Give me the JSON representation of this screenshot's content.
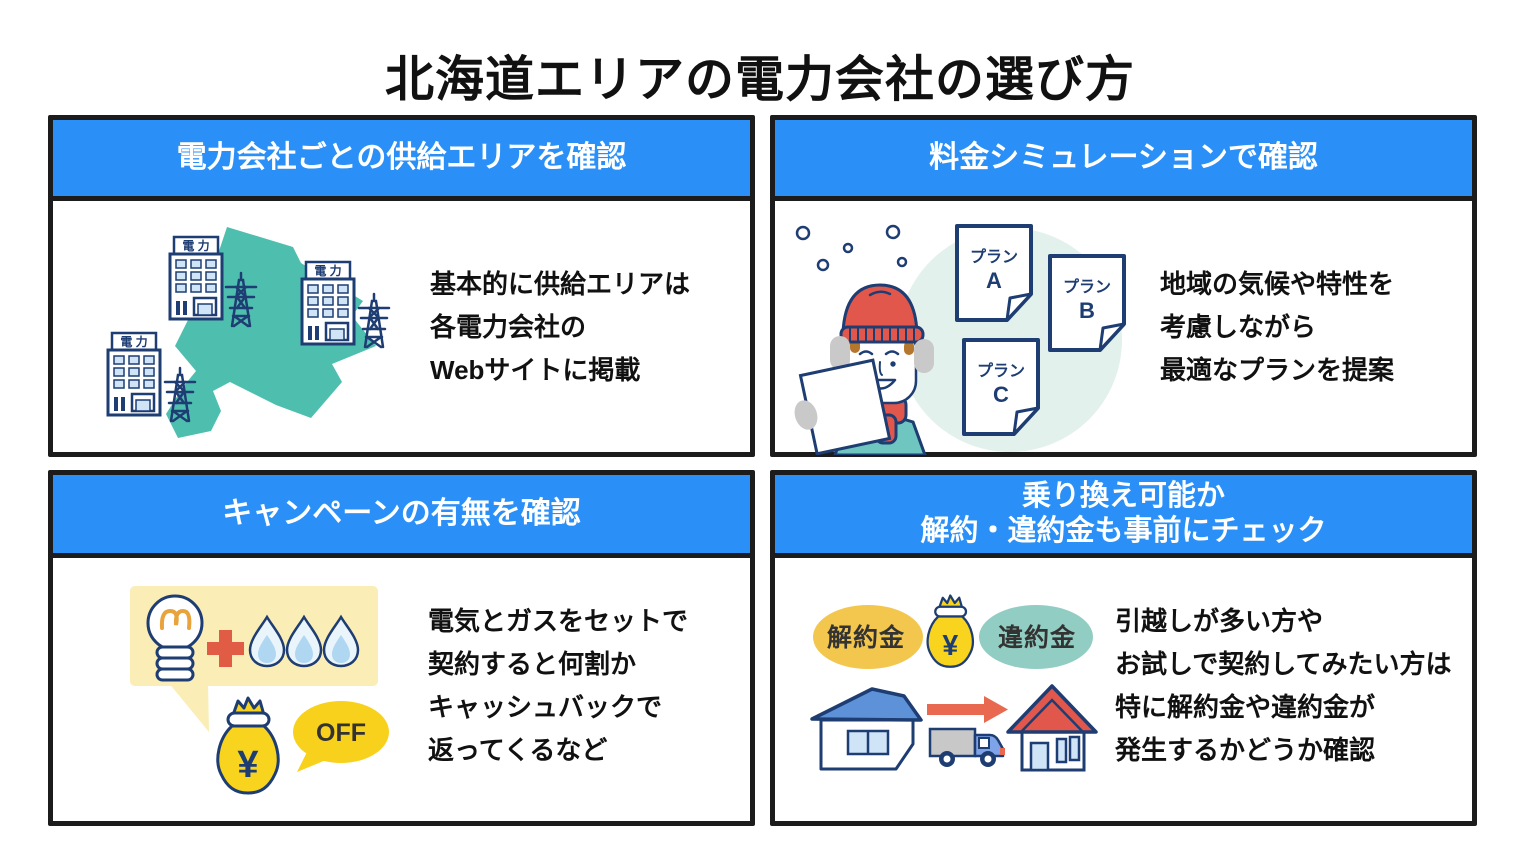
{
  "title": "北海道エリアの電力会社の選び方",
  "currency_symbol": "¥",
  "panels": {
    "supply_area": {
      "header": "電力会社ごとの供給エリアを確認",
      "lines": [
        "基本的に供給エリアは",
        "各電力会社の",
        "Webサイトに掲載"
      ],
      "building_sign": "電 力"
    },
    "simulation": {
      "header": "料金シミュレーションで確認",
      "lines": [
        "地域の気候や特性を",
        "考慮しながら",
        "最適なプランを提案"
      ],
      "plan_word": "プラン",
      "plan_letters": [
        "A",
        "B",
        "C"
      ]
    },
    "campaign": {
      "header": "キャンペーンの有無を確認",
      "lines": [
        "電気とガスをセットで",
        "契約すると何割か",
        "キャッシュバックで",
        "返ってくるなど"
      ],
      "off_label": "OFF"
    },
    "switching": {
      "header_lines": [
        "乗り換え可能か",
        "解約・違約金も事前にチェック"
      ],
      "lines": [
        "引越しが多い方や",
        "お試しで契約してみたい方は",
        "特に解約金や違約金が",
        "発生するかどうか確認"
      ],
      "cancellation_fee_label": "解約金",
      "penalty_fee_label": "違約金"
    }
  },
  "icons": {
    "map": "hokkaido-map",
    "building": "power-company-building",
    "tower": "transmission-tower",
    "snow": "snowflake-dots",
    "person": "person-in-winter-clothes",
    "document": "plan-document",
    "lightbulb": "lightbulb",
    "plus": "plus-sign",
    "flame": "gas-flame",
    "moneybag": "money-bag",
    "speech": "speech-bubble",
    "house": "house",
    "truck": "moving-truck",
    "arrow": "right-arrow"
  },
  "colors": {
    "header_blue": "#2A90F8",
    "panel_border": "#1C1C1C",
    "map_teal": "#4EBFAF",
    "navy_outline": "#1E3D72",
    "light_blue": "#CFE4F7",
    "red": "#E2574C",
    "orange": "#E8694F",
    "yellow": "#F8D41F",
    "pale_yellow": "#FAEDB6",
    "pale_teal_circle": "#E3F1ED",
    "fee_yellow": "#F3C64E",
    "fee_teal": "#92CDC3",
    "gray": "#C9C9C9",
    "text_dark": "#111111"
  }
}
